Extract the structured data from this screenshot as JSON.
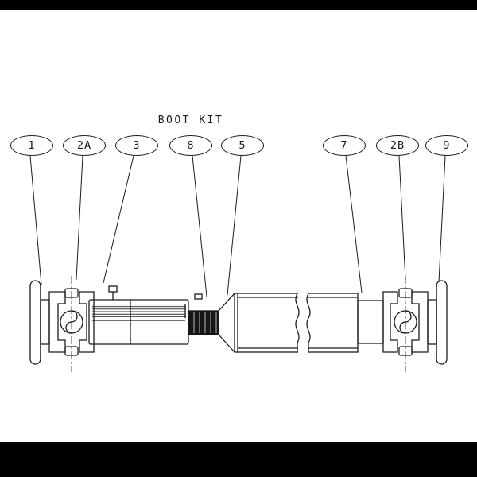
{
  "title": {
    "text": "BOOT KIT"
  },
  "balloons": [
    {
      "label": "1"
    },
    {
      "label": "2A"
    },
    {
      "label": "3"
    },
    {
      "label": "8"
    },
    {
      "label": "5"
    },
    {
      "label": "7"
    },
    {
      "label": "2B"
    },
    {
      "label": "9"
    }
  ],
  "diagram": {
    "subject": "driveshaft-assembly-exploded-view"
  },
  "colors": {
    "ink": "#1c1c1c",
    "paper": "#ffffff",
    "letterbox": "#000000",
    "boot_fill": "#161616"
  }
}
